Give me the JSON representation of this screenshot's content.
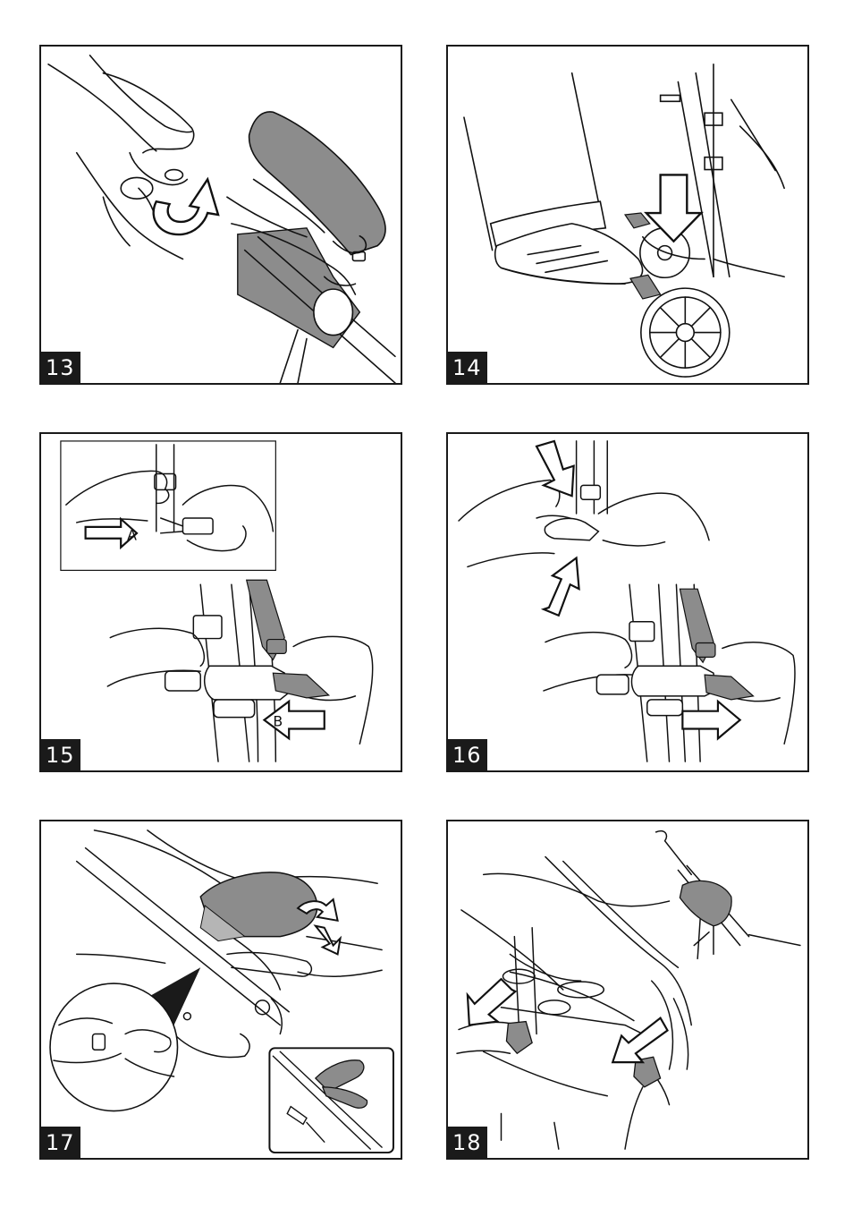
{
  "panels": [
    {
      "number": "13"
    },
    {
      "number": "14"
    },
    {
      "number": "15",
      "inset_labels": [
        "A",
        "B"
      ]
    },
    {
      "number": "16"
    },
    {
      "number": "17"
    },
    {
      "number": "18"
    }
  ],
  "colors": {
    "frame": "#1a1a1a",
    "shade": "#8c8c8c",
    "light_shade": "#b5b5b5",
    "background": "#ffffff"
  }
}
